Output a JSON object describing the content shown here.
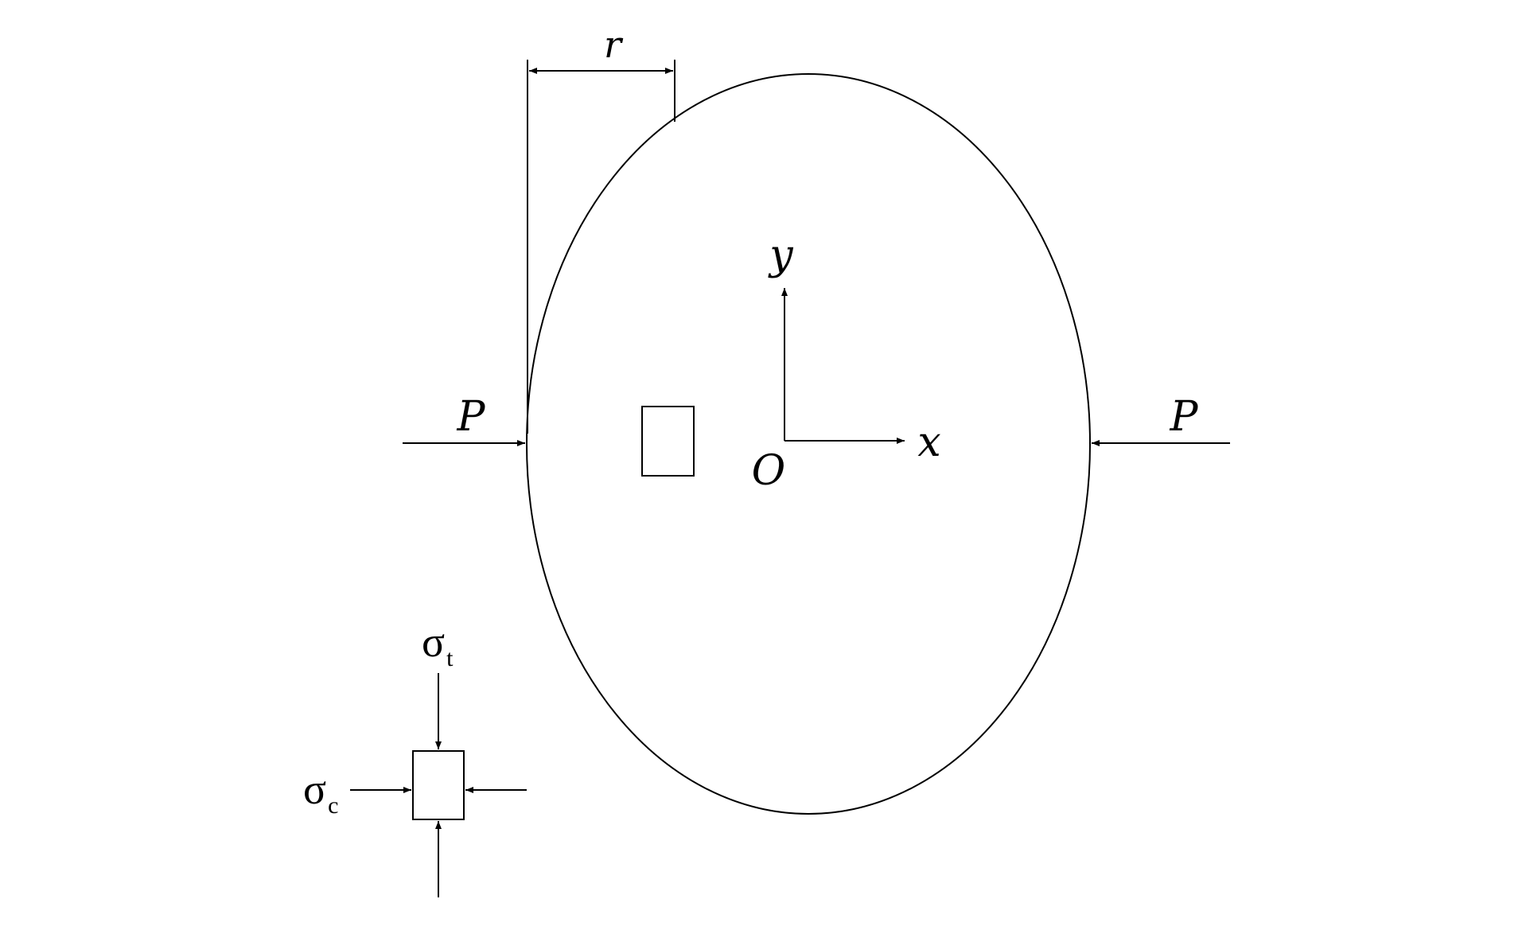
{
  "labels": {
    "radius": "r",
    "axis_y": "y",
    "axis_x": "x",
    "origin": "O",
    "load_left": "P",
    "load_right": "P",
    "stress_t_symbol": "σ",
    "stress_t_sub": "t",
    "stress_c_symbol": "σ",
    "stress_c_sub": "c"
  },
  "colors": {
    "stroke": "#000000",
    "background": "#ffffff"
  }
}
